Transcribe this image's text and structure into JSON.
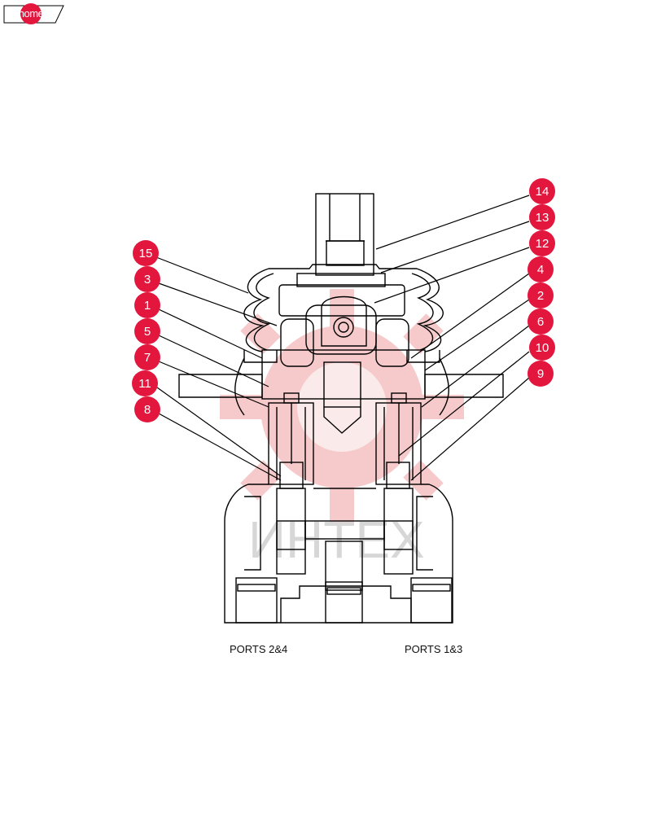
{
  "nav": {
    "home_label": "home"
  },
  "diagram": {
    "watermark_text": "ИНТЕХ",
    "port_labels": {
      "left": "PORTS 2&4",
      "right": "PORTS 1&3"
    },
    "callouts_left": [
      "15",
      "3",
      "1",
      "5",
      "7",
      "11",
      "8"
    ],
    "callouts_right": [
      "14",
      "13",
      "12",
      "4",
      "2",
      "6",
      "10",
      "9"
    ]
  },
  "colors": {
    "callout": "#e3173e",
    "line": "#000000",
    "watermark": "#f3b9b9",
    "watermark_text": "#d7d7d7"
  }
}
